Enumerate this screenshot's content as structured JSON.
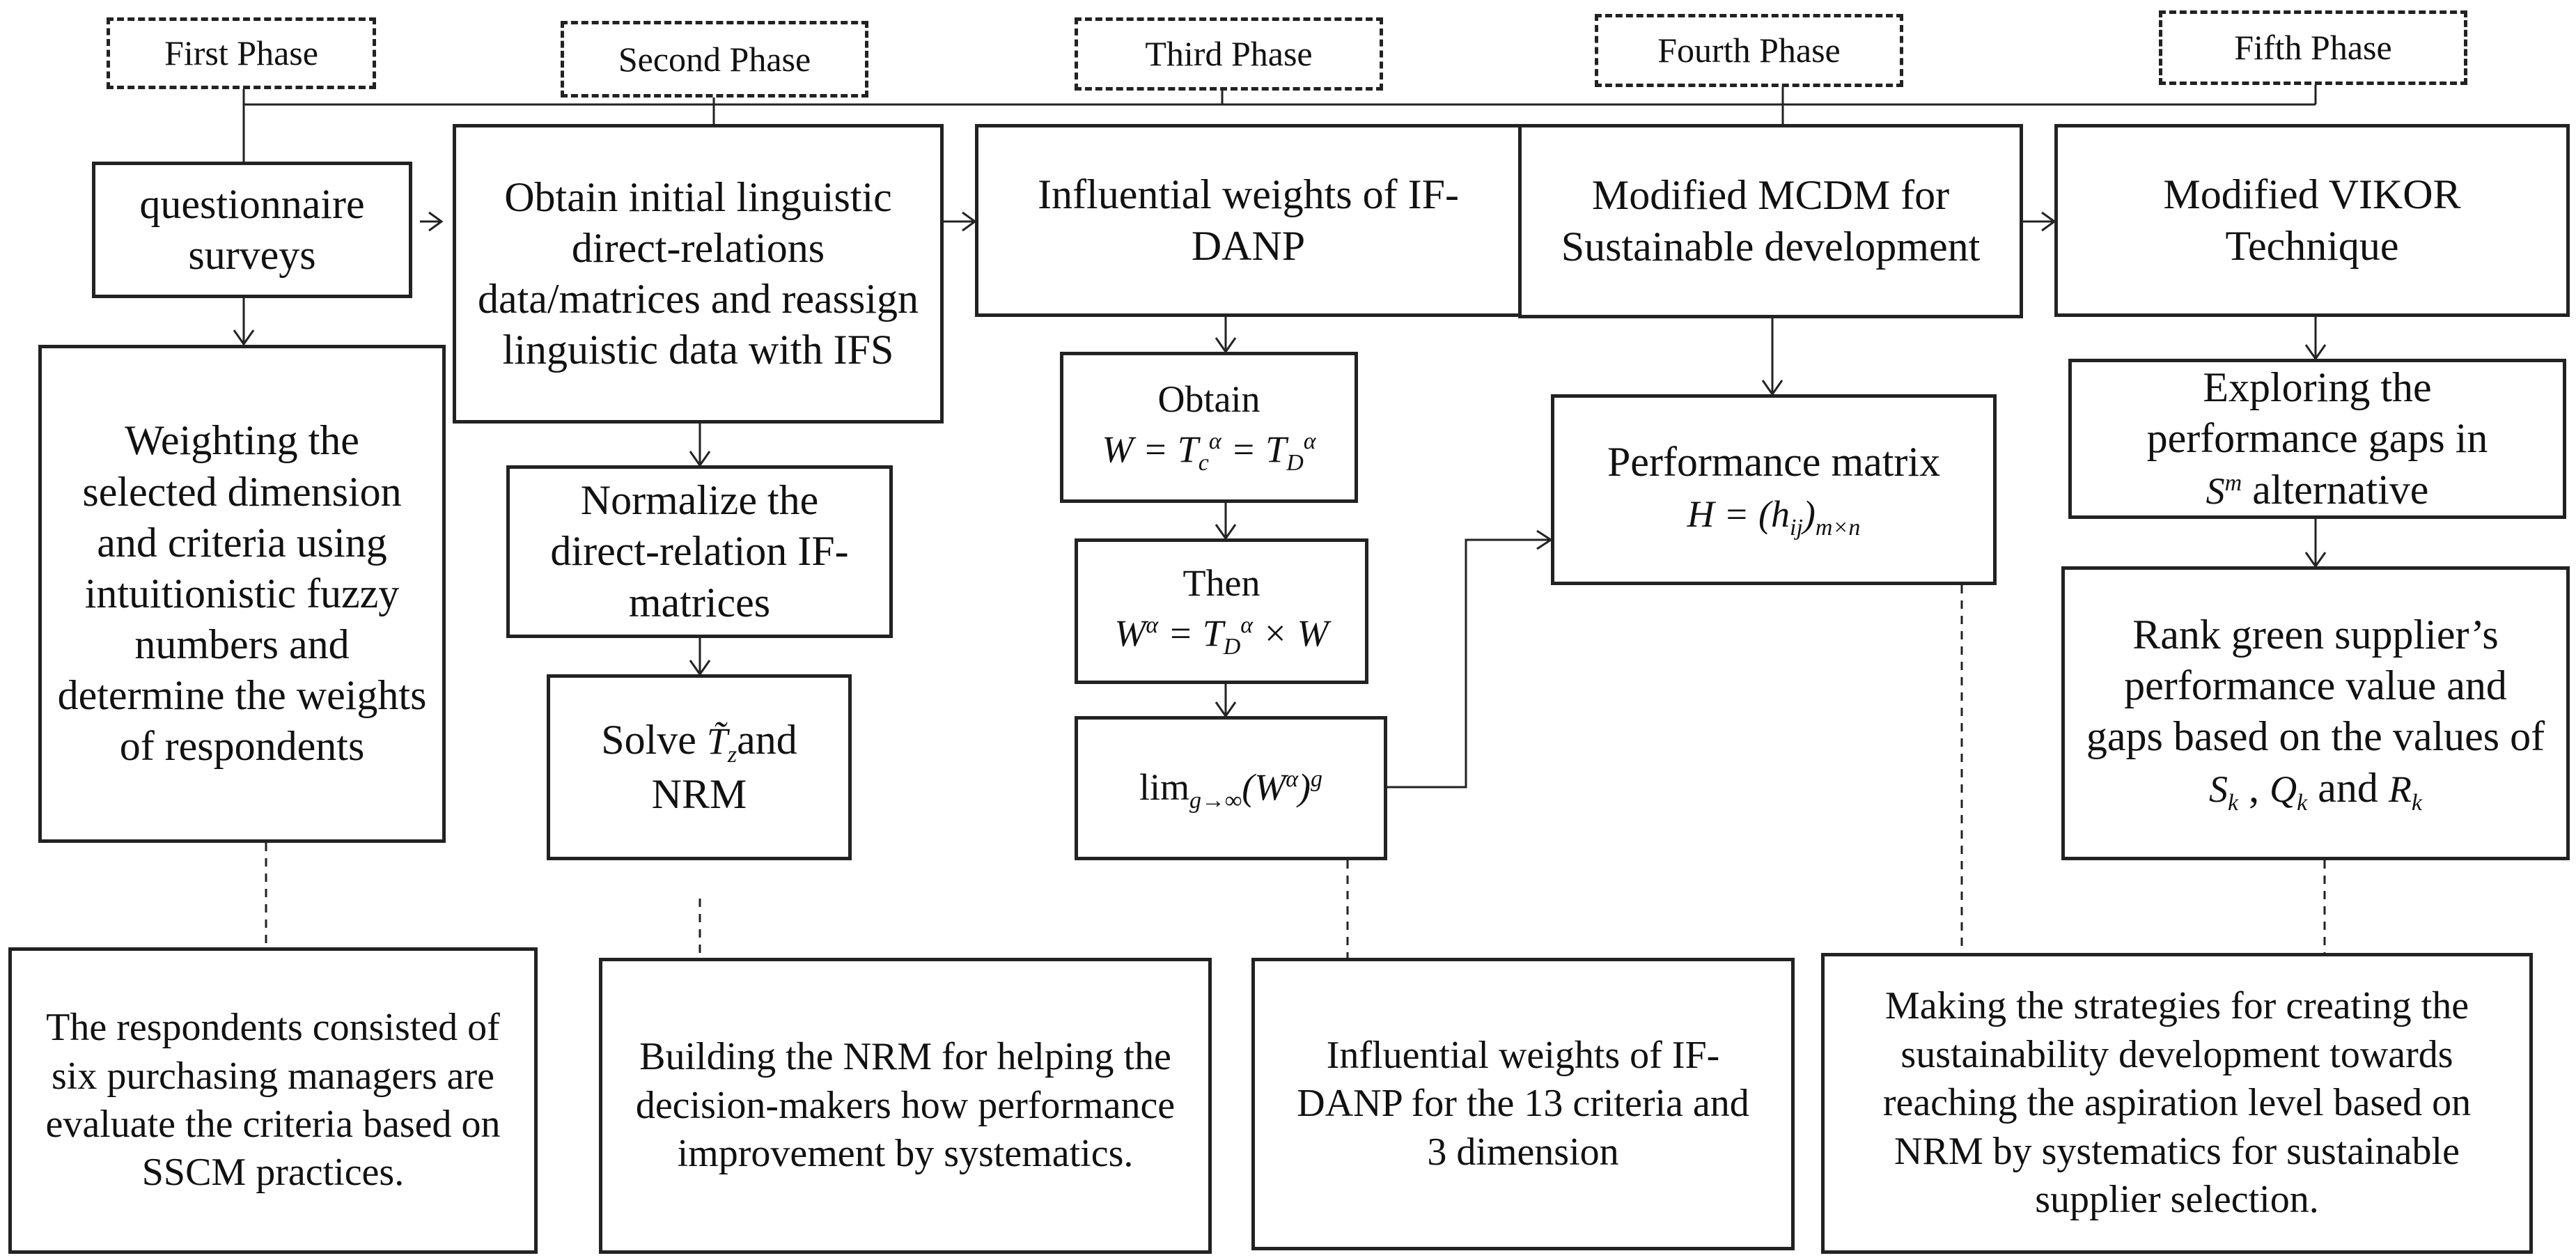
{
  "phases": [
    "First Phase",
    "Second Phase",
    "Third Phase",
    "Fourth Phase",
    "Fifth Phase"
  ],
  "col1": {
    "surveys": "questionnaire surveys",
    "weighting": "Weighting the selected dimension and criteria using intuitionistic fuzzy numbers and determine the weights of respondents",
    "note": "The respondents consisted of six purchasing managers are evaluate the criteria based on SSCM practices."
  },
  "col2": {
    "obtain": "Obtain initial linguistic direct-relations data/matrices and reassign linguistic data with IFS",
    "normalize": "Normalize the direct-relation IF-matrices",
    "solve_prefix": "Solve",
    "solve_and": "and",
    "solve_nrm": "NRM",
    "note": "Building the NRM for helping the decision-makers how performance improvement by systematics."
  },
  "col3": {
    "title": "Influential weights of IF-DANP",
    "obtain": "Obtain",
    "then": "Then",
    "note": "Influential weights of IF-DANP for the 13 criteria and 3 dimension"
  },
  "col4": {
    "title": "Modified MCDM for Sustainable development",
    "performance": "Performance matrix",
    "note": "Making the strategies for creating the sustainability development towards reaching the aspiration level based on NRM by systematics for sustainable supplier selection."
  },
  "col5": {
    "title": "Modified VIKOR Technique",
    "gaps_line1": "Exploring the performance gaps in",
    "gaps_alt": "alternative",
    "rank_text": "Rank green supplier’s performance value and gaps based on the values of",
    "rank_and": "and"
  }
}
